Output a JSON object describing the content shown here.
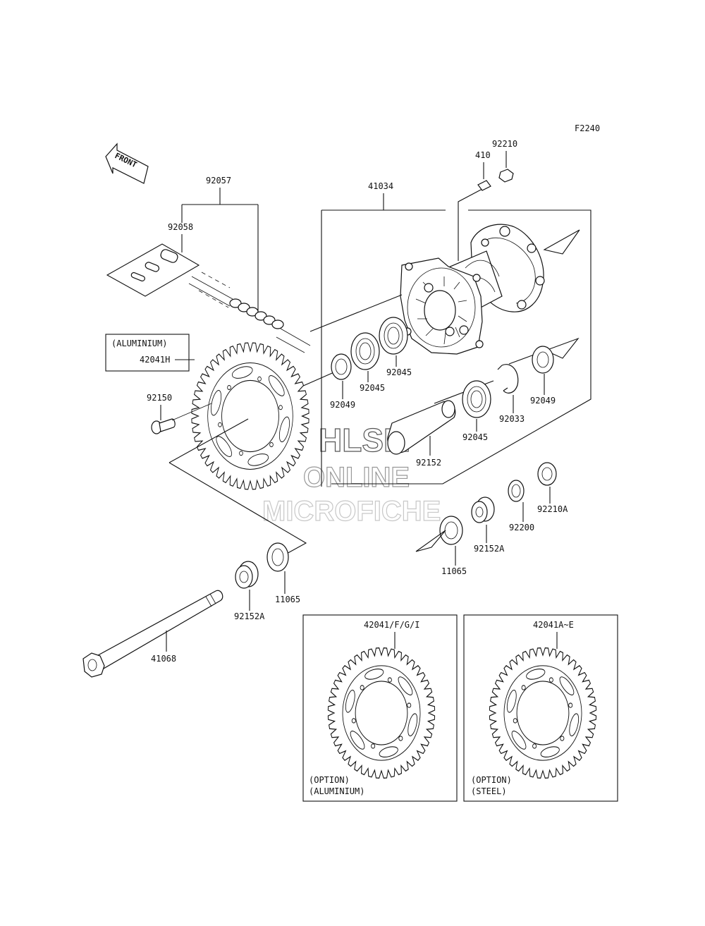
{
  "diagram": {
    "figure_code": "F2240",
    "front_arrow_text": "FRONT",
    "watermark": [
      "HLSM",
      "ONLINE",
      "MICROFICHE"
    ],
    "labels": {
      "p92057": "92057",
      "p92058": "92058",
      "p41034": "41034",
      "p410": "410",
      "p92210": "92210",
      "aluminium_box": "(ALUMINIUM)",
      "p42041H": "42041H",
      "p92150": "92150",
      "p92049_left": "92049",
      "p92045_a": "92045",
      "p92045_b": "92045",
      "p92045_c": "92045",
      "p92033": "92033",
      "p92049_right": "92049",
      "p92152": "92152",
      "p92210A": "92210A",
      "p92200": "92200",
      "p92152A_right": "92152A",
      "p11065_right": "11065",
      "p11065_left": "11065",
      "p92152A_left": "92152A",
      "p41068": "41068"
    },
    "option_boxes": [
      {
        "part": "42041/F/G/I",
        "line1": "(OPTION)",
        "line2": "(ALUMINIUM)"
      },
      {
        "part": "42041A~E",
        "line1": "(OPTION)",
        "line2": "(STEEL)"
      }
    ],
    "colors": {
      "line": "#111111",
      "watermark": "#c8c8c8",
      "background": "#ffffff"
    }
  }
}
